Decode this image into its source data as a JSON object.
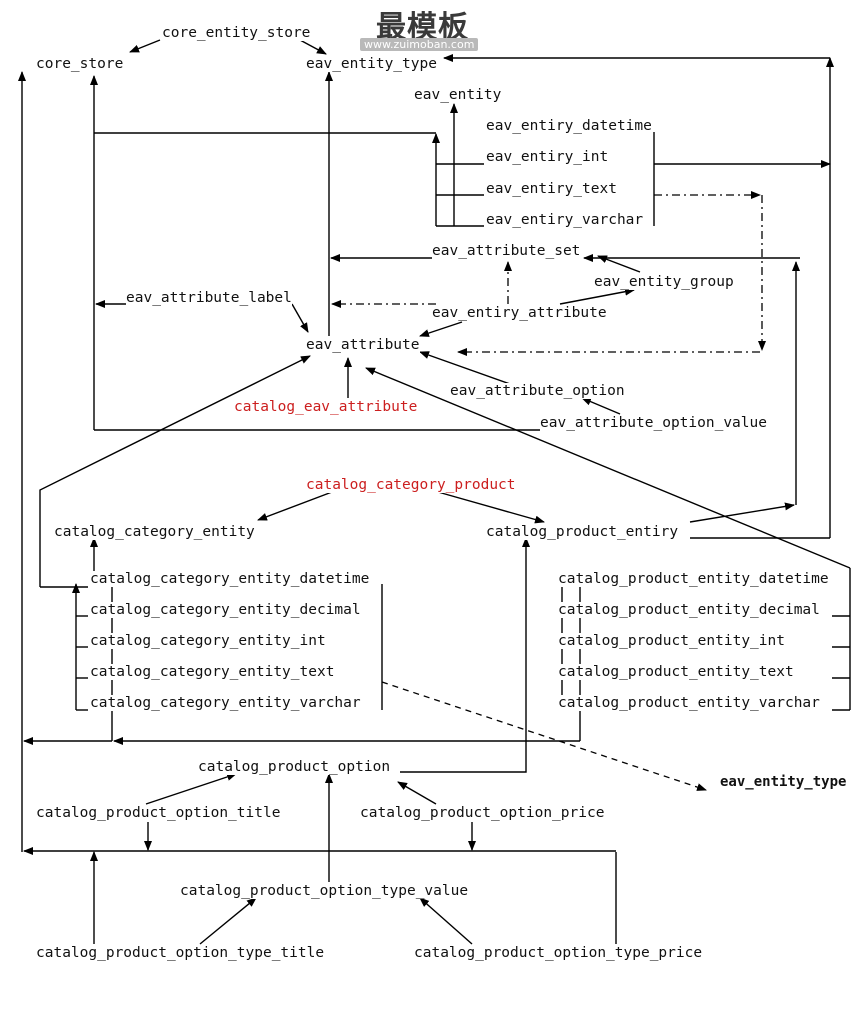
{
  "watermark": {
    "title": "最模板",
    "url": "www.zuimoban.com"
  },
  "tables": {
    "core_entity_store": "core_entity_store",
    "core_store": "core_store",
    "eav_entity_type": "eav_entity_type",
    "eav_entity": "eav_entity",
    "eav_entiry_datetime": "eav_entiry_datetime",
    "eav_entiry_int": "eav_entiry_int",
    "eav_entiry_text": "eav_entiry_text",
    "eav_entiry_varchar": "eav_entiry_varchar",
    "eav_attribute_set": "eav_attribute_set",
    "eav_entity_group": "eav_entity_group",
    "eav_attribute_label": "eav_attribute_label",
    "eav_entiry_attribute": "eav_entiry_attribute",
    "eav_attribute": "eav_attribute",
    "catalog_eav_attribute": "catalog_eav_attribute",
    "eav_attribute_option": "eav_attribute_option",
    "eav_attribute_option_value": "eav_attribute_option_value",
    "catalog_category_product": "catalog_category_product",
    "catalog_category_entity": "catalog_category_entity",
    "catalog_product_entiry": "catalog_product_entiry",
    "catalog_category_entity_datetime": "catalog_category_entity_datetime",
    "catalog_category_entity_decimal": "catalog_category_entity_decimal",
    "catalog_category_entity_int": "catalog_category_entity_int",
    "catalog_category_entity_text": "catalog_category_entity_text",
    "catalog_category_entity_varchar": "catalog_category_entity_varchar",
    "catalog_product_entity_datetime": "catalog_product_entity_datetime",
    "catalog_product_entity_decimal": "catalog_product_entity_decimal",
    "catalog_product_entity_int": "catalog_product_entity_int",
    "catalog_product_entity_text": "catalog_product_entity_text",
    "catalog_product_entity_varchar": "catalog_product_entity_varchar",
    "eav_entity_type_ref": "eav_entity_type",
    "catalog_product_option": "catalog_product_option",
    "catalog_product_option_title": "catalog_product_option_title",
    "catalog_product_option_price": "catalog_product_option_price",
    "catalog_product_option_type_value": "catalog_product_option_type_value",
    "catalog_product_option_type_title": "catalog_product_option_type_title",
    "catalog_product_option_type_price": "catalog_product_option_type_price"
  },
  "colors": {
    "line": "#000000",
    "highlight": "#cc1f1f",
    "text": "#111111"
  }
}
